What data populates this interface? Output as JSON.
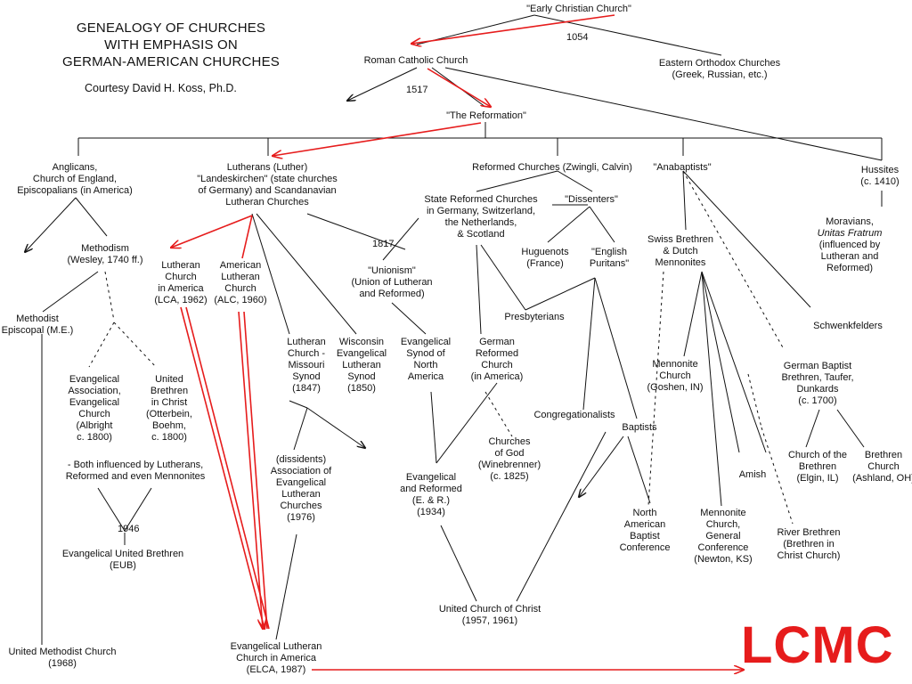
{
  "title": {
    "line1": "GENEALOGY OF CHURCHES",
    "line2": "WITH EMPHASIS ON",
    "line3": "GERMAN-AMERICAN CHURCHES",
    "credit": "Courtesy David H. Koss, Ph.D."
  },
  "highlight": "LCMC",
  "colors": {
    "highlight": "#e61c1c",
    "lines": "#111111"
  },
  "years": {
    "y1054": "1054",
    "y1517": "1517",
    "y1817": "1817",
    "y1946": "1946"
  },
  "nodes": {
    "early": [
      "\"Early Christian Church\""
    ],
    "roman": [
      "Roman Catholic Church"
    ],
    "eastern": [
      "Eastern Orthodox Churches",
      "(Greek, Russian, etc.)"
    ],
    "reformation": [
      "\"The Reformation\""
    ],
    "anglicans": [
      "Anglicans,",
      "Church of England,",
      "Episcopalians (in America)"
    ],
    "lutherans": [
      "Lutherans (Luther)",
      "\"Landeskirchen\" (state churches",
      "of Germany) and Scandanavian",
      "Lutheran Churches"
    ],
    "reformed": [
      "Reformed Churches (Zwingli, Calvin)"
    ],
    "anabaptists": [
      "\"Anabaptists\""
    ],
    "hussites": [
      "Hussites",
      "(c. 1410)"
    ],
    "state_reformed": [
      "State Reformed Churches",
      "in Germany, Switzerland,",
      "the Netherlands,",
      "& Scotland"
    ],
    "dissenters": [
      "\"Dissenters\""
    ],
    "moravians_1": [
      "Moravians,"
    ],
    "moravians_2": [
      "Unitas Fratrum"
    ],
    "moravians_3": [
      "(influenced by",
      "Lutheran and",
      "Reformed)"
    ],
    "methodism": [
      "Methodism",
      "(Wesley, 1740 ff.)"
    ],
    "lca": [
      "Lutheran",
      "Church",
      "in America",
      "(LCA, 1962)"
    ],
    "alc": [
      "American",
      "Lutheran",
      "Church",
      "(ALC, 1960)"
    ],
    "huguenots": [
      "Huguenots",
      "(France)"
    ],
    "puritans": [
      "\"English",
      "Puritans\""
    ],
    "swiss": [
      "Swiss Brethren",
      "& Dutch",
      "Mennonites"
    ],
    "unionism": [
      "\"Unionism\"",
      "(Union of Lutheran",
      "and Reformed)"
    ],
    "presbyterians": [
      "Presbyterians"
    ],
    "schwenkfelders": [
      "Schwenkfelders"
    ],
    "me": [
      "Methodist",
      "Episcopal (M.E.)"
    ],
    "missouri": [
      "Lutheran",
      "Church -",
      "Missouri",
      "Synod",
      "(1847)"
    ],
    "wisconsin": [
      "Wisconsin",
      "Evangelical",
      "Lutheran",
      "Synod",
      "(1850)"
    ],
    "evsynod": [
      "Evangelical",
      "Synod of",
      "North",
      "America"
    ],
    "german_reformed": [
      "German",
      "Reformed",
      "Church",
      "(in America)"
    ],
    "mennonite_goshen": [
      "Mennonite",
      "Church",
      "(Goshen, IN)"
    ],
    "german_baptist": [
      "German Baptist",
      "Brethren, Taufer,",
      "Dunkards",
      "(c. 1700)"
    ],
    "ev_assoc": [
      "Evangelical",
      "Association,",
      "Evangelical",
      "Church",
      "(Albright",
      "c. 1800)"
    ],
    "united_brethren": [
      "United",
      "Brethren",
      "in Christ",
      "(Otterbein,",
      "Boehm,",
      "c. 1800)"
    ],
    "influenced": [
      "- Both influenced by Lutherans,",
      "Reformed and even Mennonites"
    ],
    "congregationalists": [
      "Congregationalists"
    ],
    "baptists": [
      "Baptists"
    ],
    "cog": [
      "Churches",
      "of God",
      "(Winebrenner)",
      "(c. 1825)"
    ],
    "dissidents": [
      "(dissidents)",
      "Association of",
      "Evangelical",
      "Lutheran",
      "Churches",
      "(1976)"
    ],
    "er": [
      "Evangelical",
      "and Reformed",
      "(E. & R.)",
      "(1934)"
    ],
    "amish": [
      "Amish"
    ],
    "brethren_elgin": [
      "Church of the",
      "Brethren",
      "(Elgin, IL)"
    ],
    "brethren_ashland": [
      "Brethren",
      "Church",
      "(Ashland, OH)"
    ],
    "nab": [
      "North",
      "American",
      "Baptist",
      "Conference"
    ],
    "mennonite_gc": [
      "Mennonite",
      "Church,",
      "General",
      "Conference",
      "(Newton, KS)"
    ],
    "river": [
      "River Brethren",
      "(Brethren in",
      "Christ Church)"
    ],
    "eub": [
      "Evangelical United Brethren",
      "(EUB)"
    ],
    "ucc": [
      "United Church of Christ",
      "(1957, 1961)"
    ],
    "umc": [
      "United Methodist Church",
      "(1968)"
    ],
    "elca": [
      "Evangelical Lutheran",
      "Church in America",
      "(ELCA, 1987)"
    ]
  }
}
